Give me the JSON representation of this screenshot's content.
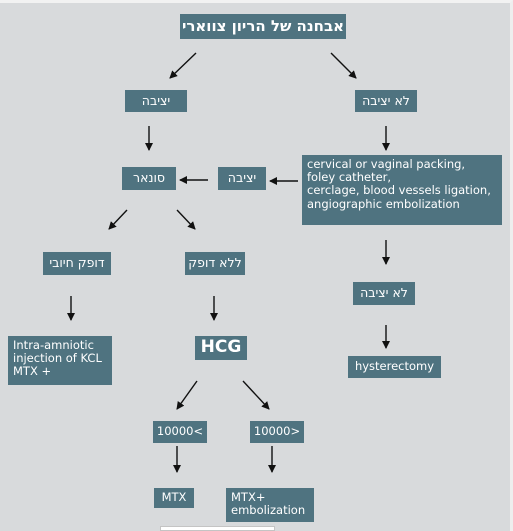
{
  "nodes": {
    "title": "אבחנה של הריון צווארי",
    "stable_left": "יציבה",
    "unstable_right": "לא יציבה",
    "sonar": "סונאר",
    "stable_mid": "יציבה",
    "packing": [
      "cervical or vaginal packing,",
      "foley catheter,",
      "cerclage, blood vessels ligation,",
      "angiographic embolization"
    ],
    "pulse_positive": "דופק חיובי",
    "no_pulse": "ללא דופק",
    "unstable_lower": "לא יציבה",
    "kcl": [
      "Intra-amniotic",
      "injection of KCL",
      "MTX +"
    ],
    "hcg": "HCG",
    "hysterectomy": "hysterectomy",
    "hcg_gt": "10000<",
    "hcg_lt": "10000>",
    "mtx": "MTX",
    "mtx_embo": [
      "MTX+",
      "embolization"
    ]
  },
  "colors": {
    "box": "#4f7380",
    "background": "#d8dadc",
    "text": "#ffffff",
    "arrow": "#111111"
  }
}
